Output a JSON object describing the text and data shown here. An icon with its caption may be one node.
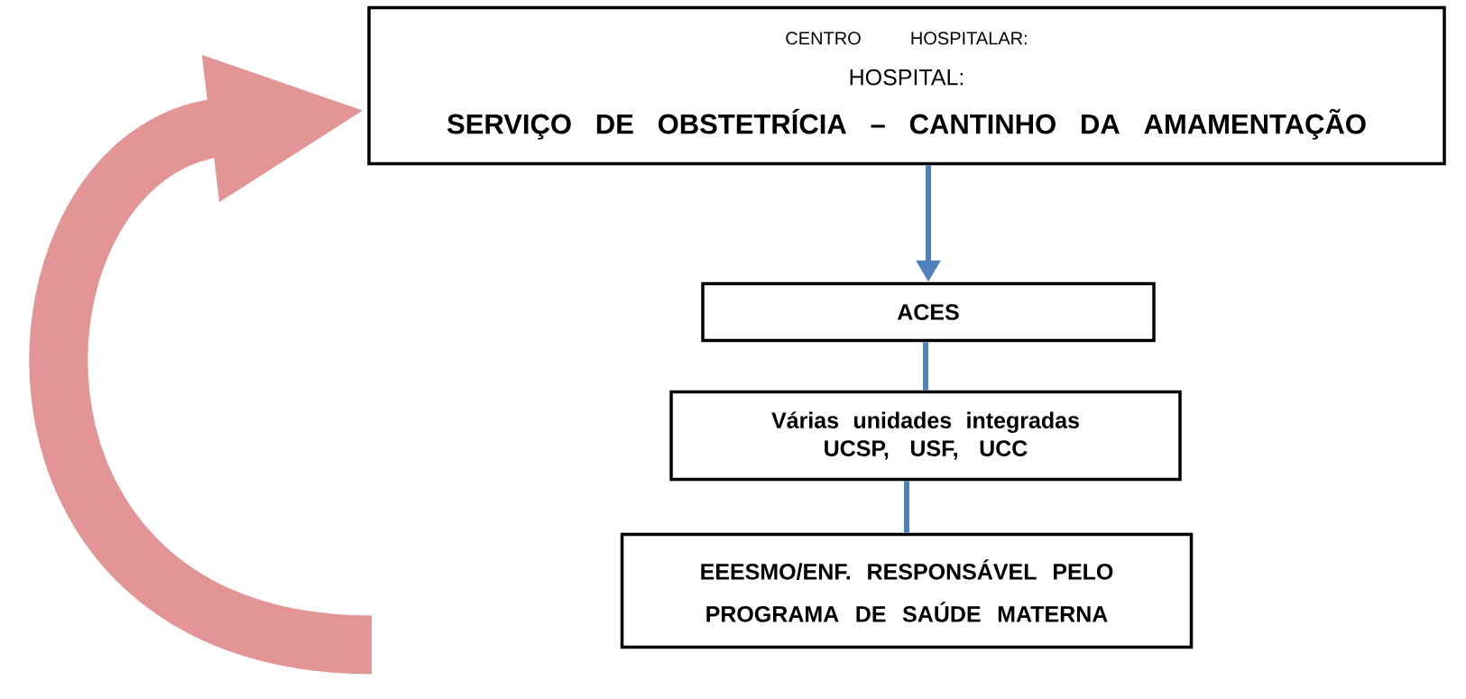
{
  "diagram": {
    "nodes": [
      {
        "text": [
          "CENTRO HOSPITALAR:",
          "HOSPITAL:",
          "SERVIÇO DE OBSTETRÍCIA – CANTINHO DA AMAMENTAÇÃO"
        ]
      },
      {
        "text": [
          "ACES"
        ]
      },
      {
        "text": [
          "Várias unidades integradas UCSP, USF, UCC"
        ]
      },
      {
        "text": [
          "EEESMO/ENF. RESPONSÁVEL PELO PROGRAMA DE SAÚDE MATERNA"
        ]
      }
    ],
    "edges": [
      {
        "from": 0,
        "to": 1,
        "arrow": "to"
      },
      {
        "from": 1,
        "to": 2,
        "arrow": "none"
      },
      {
        "from": 2,
        "to": 3,
        "arrow": "none"
      },
      {
        "from": null,
        "to": 0,
        "arrow": "to",
        "style": "thick",
        "color": "#e39494"
      }
    ]
  }
}
